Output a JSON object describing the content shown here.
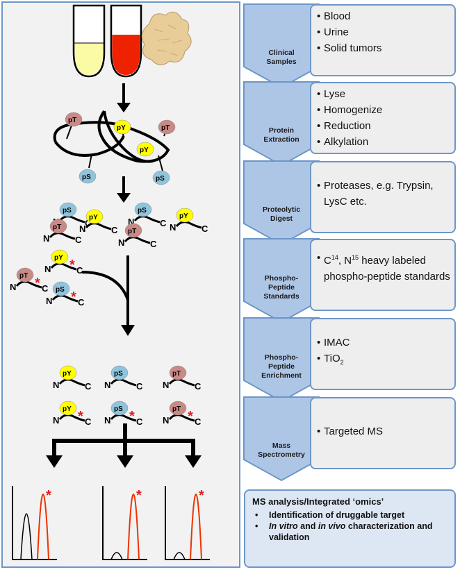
{
  "steps": [
    {
      "label": [
        "Clinical",
        "Samples"
      ],
      "items": [
        "Blood",
        "Urine",
        "Solid tumors"
      ]
    },
    {
      "label": [
        "Protein",
        "Extraction"
      ],
      "items": [
        "Lyse",
        "Homogenize",
        "Reduction",
        "Alkylation"
      ]
    },
    {
      "label": [
        "Proteolytic",
        "Digest"
      ],
      "items": [
        "Proteases, e.g. Trypsin, LysC etc."
      ]
    },
    {
      "label": [
        "Phospho-",
        "Peptide",
        "Standards"
      ],
      "items_rich": {
        "c": "C",
        "c_sup": "14",
        "sep": ", ",
        "n": "N",
        "n_sup": "15",
        "rest": " heavy labeled phospho-peptide standards"
      }
    },
    {
      "label": [
        "Phospho-",
        "Peptide",
        "Enrichment"
      ],
      "items": [
        "IMAC"
      ],
      "items_rich": {
        "ti": "TiO",
        "ti_sub": "2"
      }
    },
    {
      "label": [
        "Mass",
        "Spectrometry"
      ],
      "items": [
        "Targeted MS"
      ]
    }
  ],
  "analysis": {
    "title": "MS analysis/Integrated ‘omics’",
    "bullet1": "Identification of druggable target",
    "b2_it1": "In vitro",
    "b2_mid": " and ",
    "b2_it2": "in vivo",
    "b2_rest": " characterization and validation"
  },
  "molecules": {
    "pT": "pT",
    "pY": "pY",
    "pS": "pS",
    "N": "N",
    "C": "C",
    "star": "*"
  },
  "colors": {
    "arrow_fill": "#aec6e6",
    "arrow_border": "#6d96c8",
    "pT": "#c98a86",
    "pY": "#ffff00",
    "pS": "#8fc4dc",
    "urine": "#fbfba6",
    "blood": "#ee2200",
    "tissue": "#e9cd98",
    "heavy_peak": "#ee3300"
  }
}
